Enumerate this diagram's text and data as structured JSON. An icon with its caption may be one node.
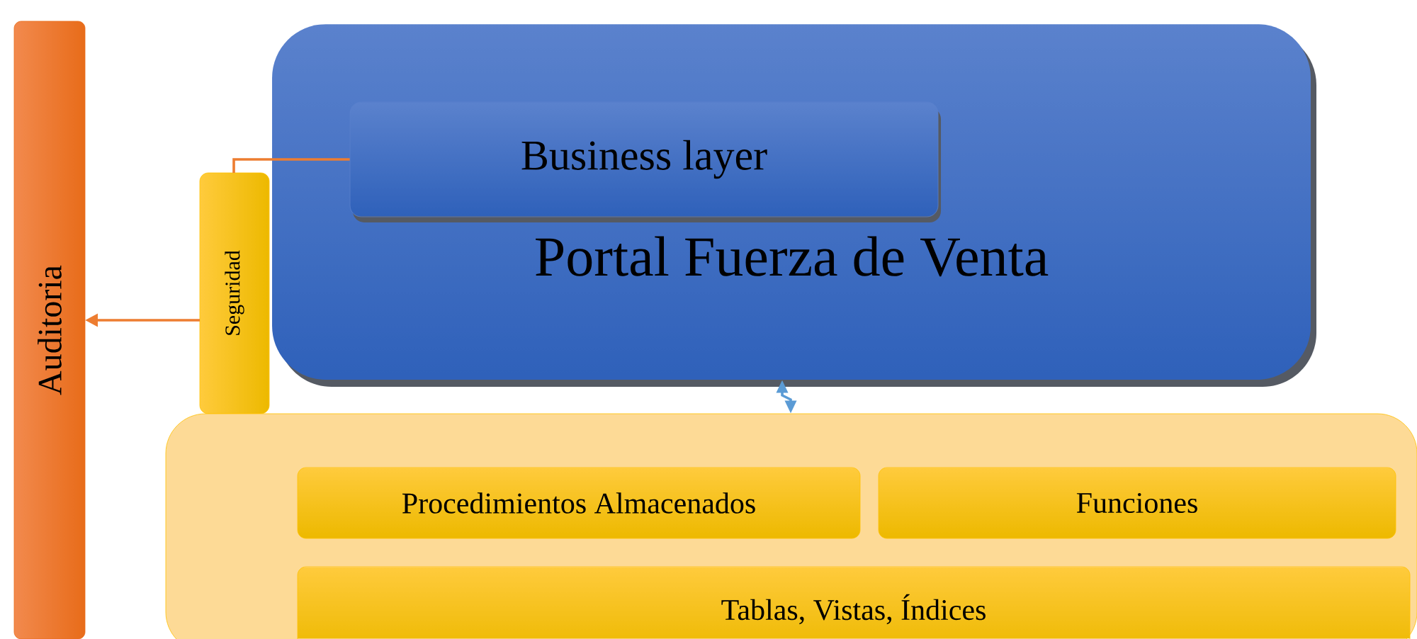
{
  "diagram": {
    "nodes": [
      {
        "text": [
          "Auditoria"
        ]
      },
      {
        "text": [
          "Portal Fuerza de Venta"
        ]
      },
      {
        "text": [
          "Business layer"
        ],
        "in": 1
      },
      {
        "text": [
          "Seguridad"
        ]
      },
      {
        "text": [],
        "shape": "box"
      },
      {
        "text": [
          "Procedimientos Almacenados"
        ],
        "in": 4
      },
      {
        "text": [
          "Funciones"
        ],
        "in": 4
      },
      {
        "text": [
          "Tablas, Vistas, Índices"
        ],
        "in": 4
      }
    ],
    "edges": [
      {
        "from": 3,
        "to": 2,
        "arrow": "none"
      },
      {
        "from": 3,
        "to": 0,
        "arrow": "to"
      },
      {
        "from": 1,
        "to": 4,
        "arrow": "both",
        "color": "#5b9bd5"
      }
    ]
  }
}
